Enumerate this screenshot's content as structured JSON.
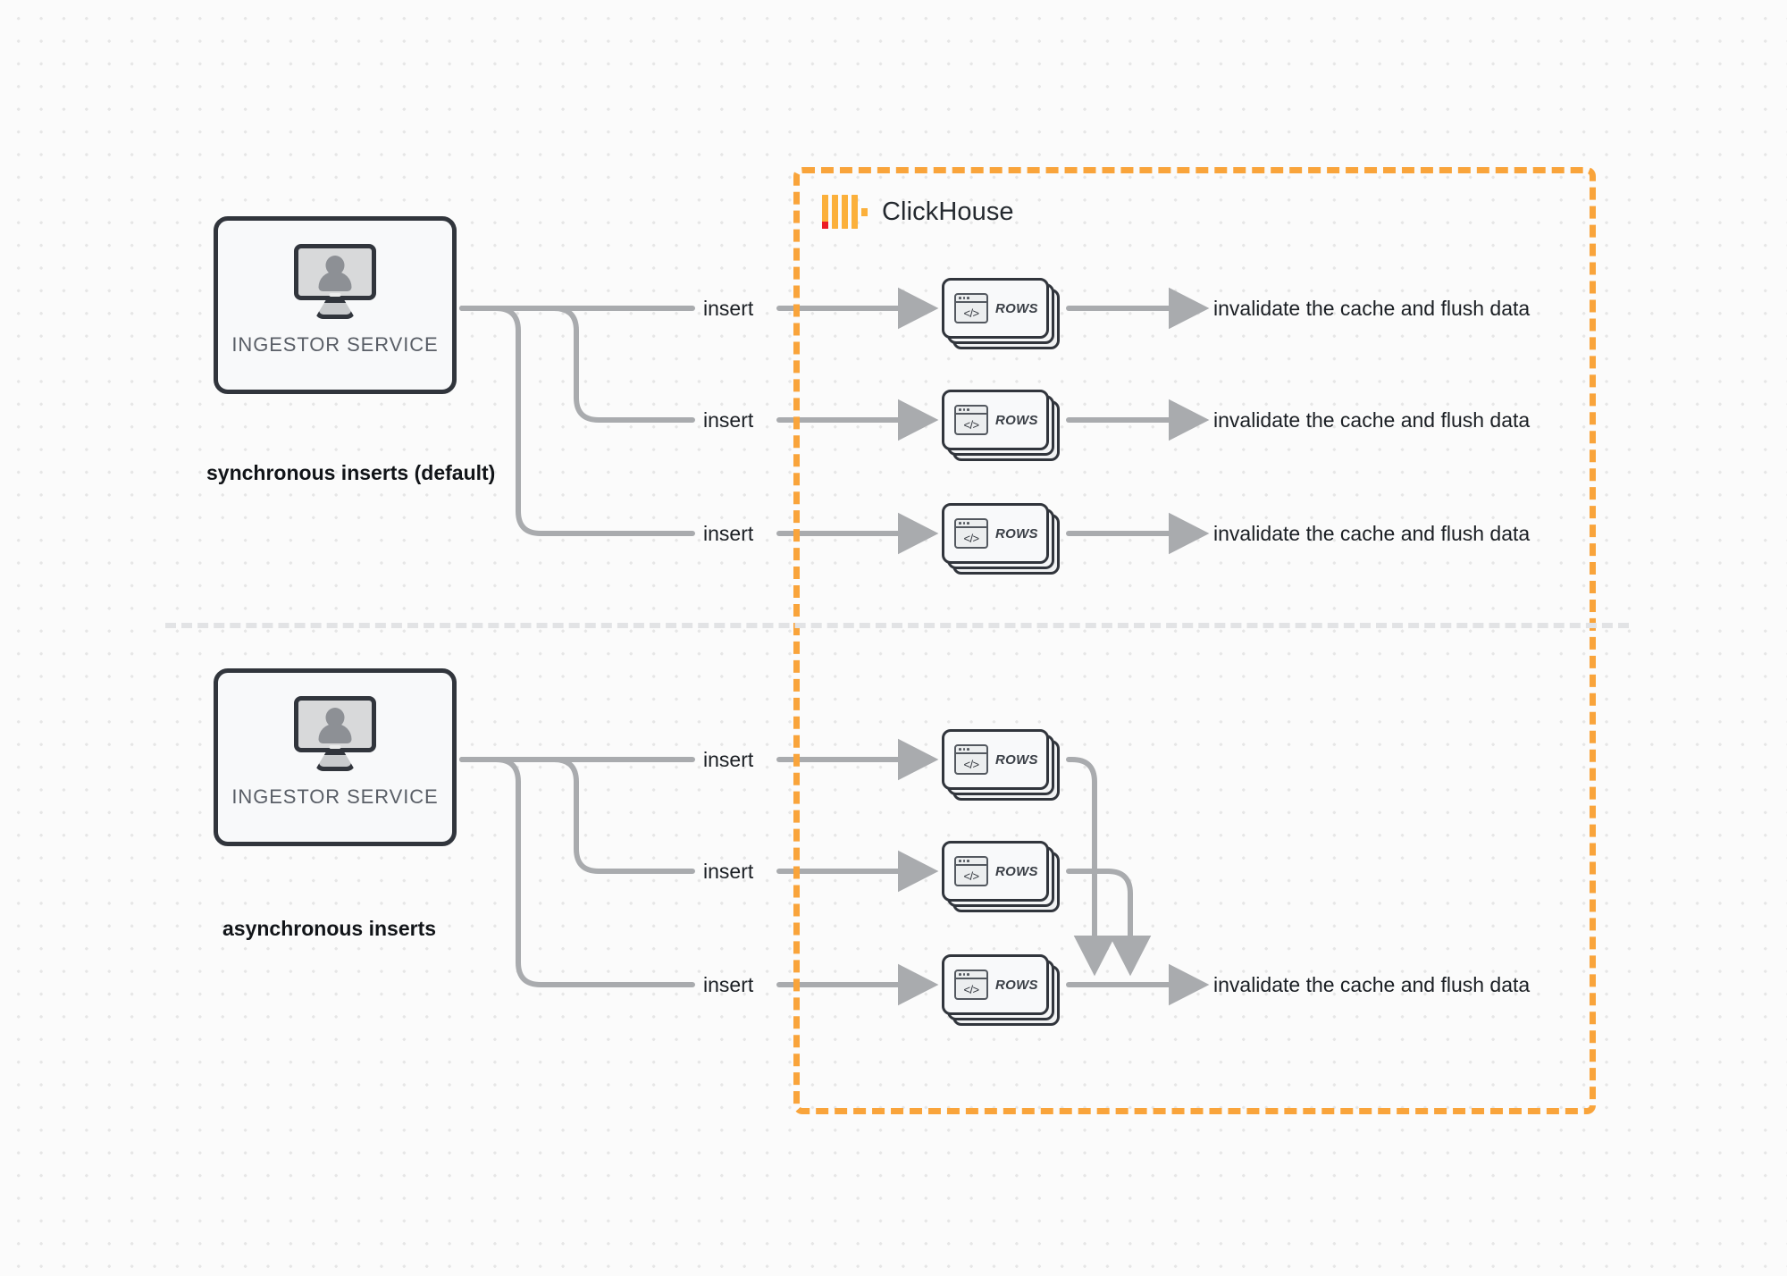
{
  "diagram": {
    "title": "ClickHouse synchronous vs asynchronous inserts",
    "colors": {
      "accent_orange": "#f9a43b",
      "logo_red": "#ec1c24",
      "wire_gray": "#a9abae",
      "node_border": "#31353c",
      "node_fill": "#f8f9fa",
      "canvas": "#fbfbfb"
    }
  },
  "clickhouse": {
    "brand_label": "ClickHouse",
    "logo_icon": "clickhouse-logo-icon"
  },
  "sections": [
    {
      "id": "synchronous",
      "caption": "synchronous inserts (default)",
      "ingestor": {
        "label": "INGESTOR SERVICE",
        "icon": "monitor-user-icon"
      },
      "rows": [
        {
          "insert_label": "insert",
          "card_label": "ROWS",
          "card_icon": "code-window-icon",
          "output_label": "invalidate the cache and flush data"
        },
        {
          "insert_label": "insert",
          "card_label": "ROWS",
          "card_icon": "code-window-icon",
          "output_label": "invalidate the cache and flush data"
        },
        {
          "insert_label": "insert",
          "card_label": "ROWS",
          "card_icon": "code-window-icon",
          "output_label": "invalidate the cache and flush data"
        }
      ]
    },
    {
      "id": "asynchronous",
      "caption": "asynchronous inserts",
      "ingestor": {
        "label": "INGESTOR SERVICE",
        "icon": "monitor-user-icon"
      },
      "rows": [
        {
          "insert_label": "insert",
          "card_label": "ROWS",
          "card_icon": "code-window-icon",
          "output_label": ""
        },
        {
          "insert_label": "insert",
          "card_label": "ROWS",
          "card_icon": "code-window-icon",
          "output_label": ""
        },
        {
          "insert_label": "insert",
          "card_label": "ROWS",
          "card_icon": "code-window-icon",
          "output_label": "invalidate the cache and flush data"
        }
      ]
    }
  ]
}
